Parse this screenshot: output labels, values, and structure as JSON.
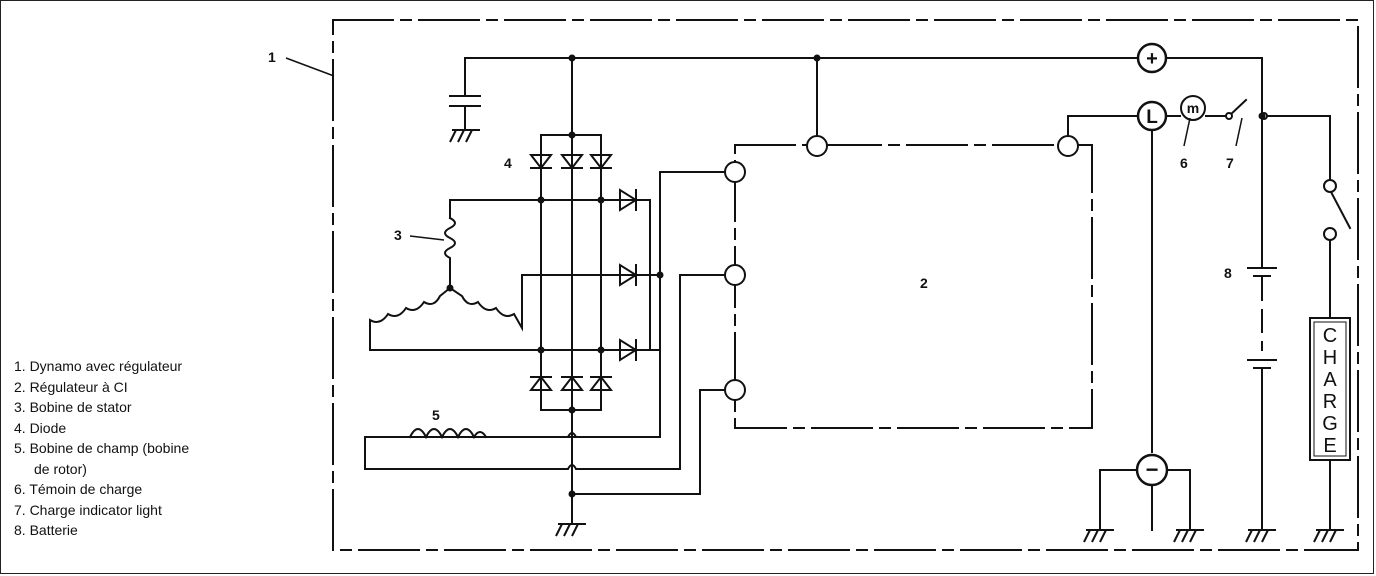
{
  "callouts": {
    "c1": "1",
    "c2": "2",
    "c3": "3",
    "c4": "4",
    "c5": "5",
    "c6": "6",
    "c7": "7",
    "c8": "8"
  },
  "terminals": {
    "plus": "+",
    "lamp": "L",
    "minus": "−",
    "bulb": "m"
  },
  "charge_label": [
    "C",
    "H",
    "A",
    "R",
    "G",
    "E"
  ],
  "legend": [
    "1. Dynamo avec régulateur",
    "2. Régulateur à CI",
    "3. Bobine de stator",
    "4. Diode",
    "5. Bobine de champ (bobine",
    "de rotor)",
    "6. Témoin de charge",
    "7. Charge indicator light",
    "8. Batterie"
  ],
  "colors": {
    "ink": "#111111",
    "paper": "#ffffff"
  }
}
